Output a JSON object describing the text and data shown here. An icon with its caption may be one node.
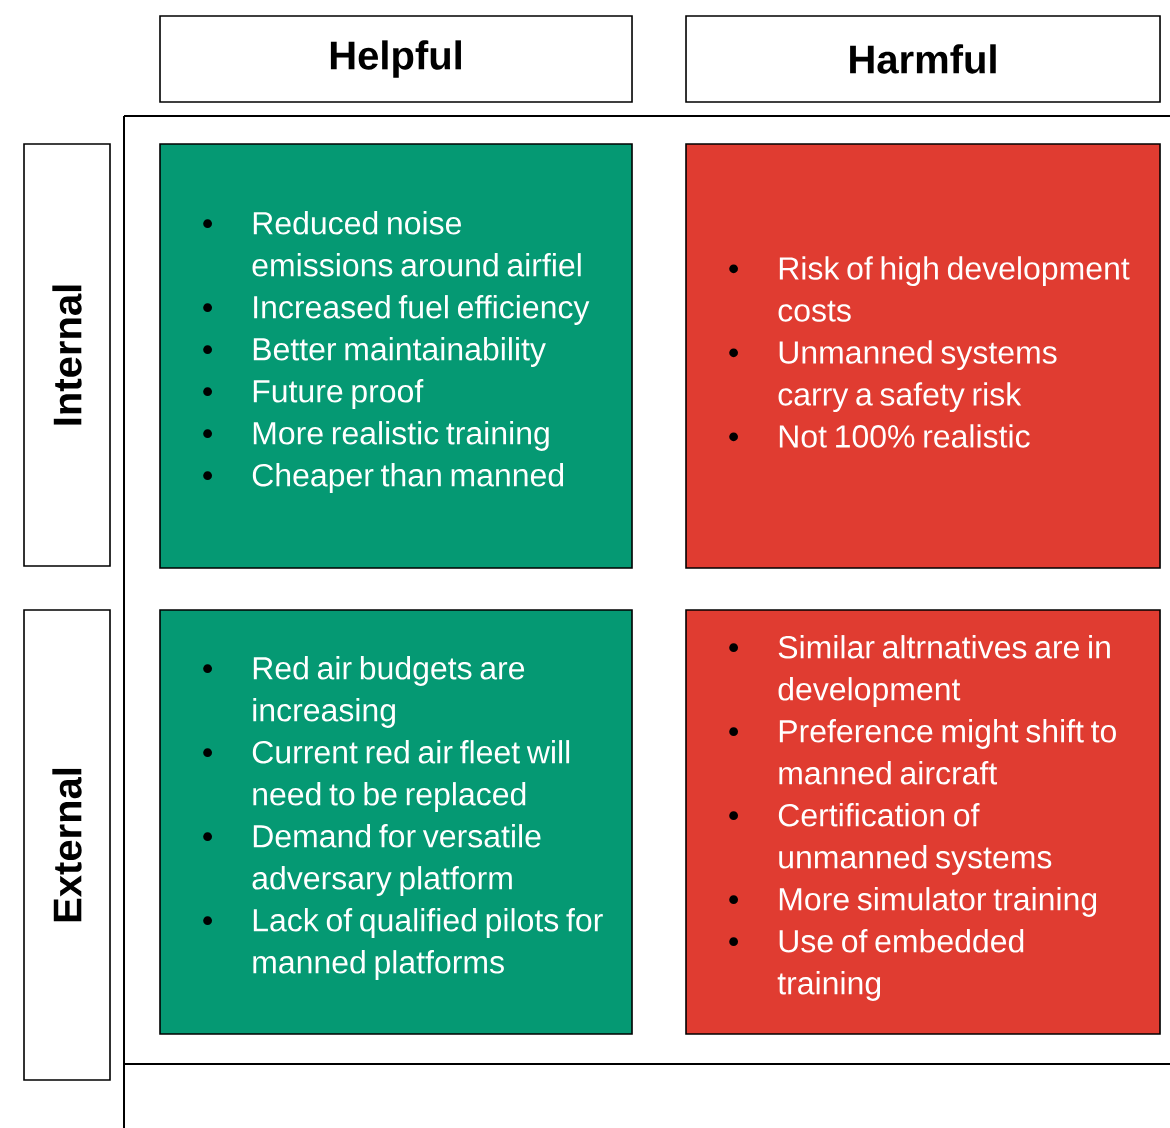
{
  "diagram": {
    "nodes": [
      {
        "text": [
          "Helpful"
        ]
      },
      {
        "text": [
          "Harmful"
        ]
      },
      {
        "text": [
          "Internal"
        ]
      },
      {
        "text": [
          "Reduced noise emissions around airfiel",
          "Increased fuel efficiency",
          "Better maintainability",
          "Future proof",
          "More realistic training",
          "Cheaper than manned"
        ]
      },
      {
        "text": [
          "Risk of high development costs",
          "Unmanned systems carry a safety risk",
          "Not 100% realistic"
        ]
      },
      {
        "text": [
          "External"
        ]
      },
      {
        "text": [
          "Red air budgets are increasing",
          "Current red air fleet will need to be replaced",
          "Demand for versatile adversary platform",
          "Lack of qualified pilots for manned platforms"
        ]
      },
      {
        "text": [
          "Similar altrnatives are in development",
          "Preference might shift to manned aircraft",
          "Certification of unmanned systems",
          "More simulator training",
          "Use of embedded training"
        ]
      }
    ],
    "edges": []
  }
}
